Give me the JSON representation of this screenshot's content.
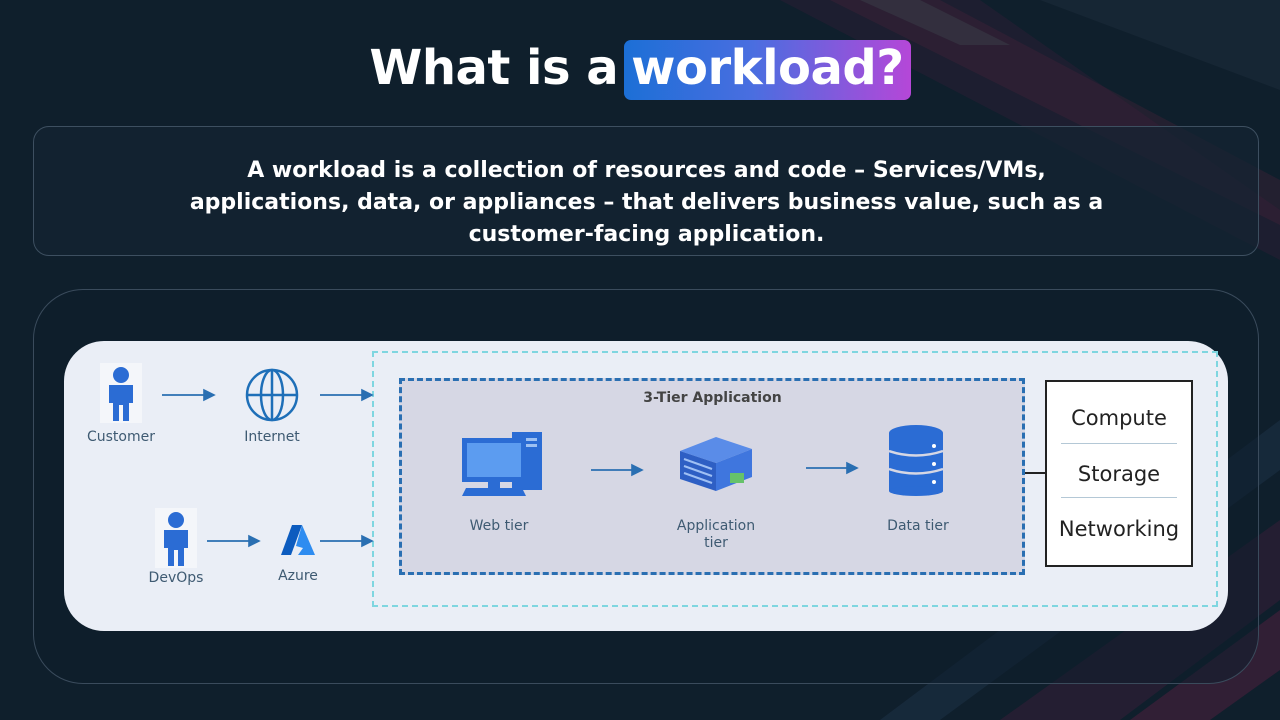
{
  "title": {
    "lead": "What is a",
    "highlight": "workload?"
  },
  "description": "A workload is a collection of resources and code – Services/VMs, applications, data, or appliances – that delivers business value, such as a customer-facing application.",
  "diagram": {
    "actors": [
      {
        "label": "Customer",
        "icon": "person-icon"
      },
      {
        "label": "Internet",
        "icon": "globe-icon"
      },
      {
        "label": "DevOps",
        "icon": "person-icon"
      },
      {
        "label": "Azure",
        "icon": "azure-logo-icon"
      }
    ],
    "application": {
      "title": "3-Tier Application",
      "tiers": [
        {
          "label": "Web tier",
          "icon": "monitor-icon"
        },
        {
          "label": "Application tier",
          "icon": "server-icon"
        },
        {
          "label": "Data tier",
          "icon": "database-icon"
        }
      ]
    },
    "resources": [
      "Compute",
      "Storage",
      "Networking"
    ]
  },
  "colors": {
    "background": "#0f1f2c",
    "highlight_start": "#1c6fd6",
    "highlight_end": "#b547d8",
    "diagram_card": "#eaeef6",
    "arrow": "#2a6fb2",
    "environment_border": "#7fd6e0",
    "icon_blue": "#2b6cd4"
  }
}
